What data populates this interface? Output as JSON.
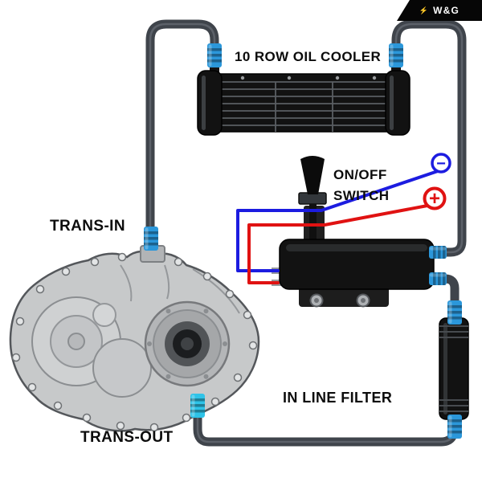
{
  "badge": {
    "icon": "⚡",
    "text": "W&G"
  },
  "labels": {
    "cooler": "10 ROW OIL COOLER",
    "switch": [
      "ON/OFF",
      "SWITCH"
    ],
    "trans_in": "TRANS-IN",
    "trans_out": "TRANS-OUT",
    "filter": "IN LINE FILTER"
  },
  "terminals": {
    "minus": "−",
    "plus": "+"
  },
  "colors": {
    "hose": "#3f444b",
    "hose_highlight": "#747a83",
    "fitting": "#2b97da",
    "fitting_cyan": "#2ec3e8",
    "wire_blue": "#1c1ce0",
    "wire_red": "#e01212",
    "part_black": "#121212",
    "trans_body": "#c7c9ca",
    "trans_stroke": "#54575b",
    "label_color": "#0c0c0c"
  }
}
